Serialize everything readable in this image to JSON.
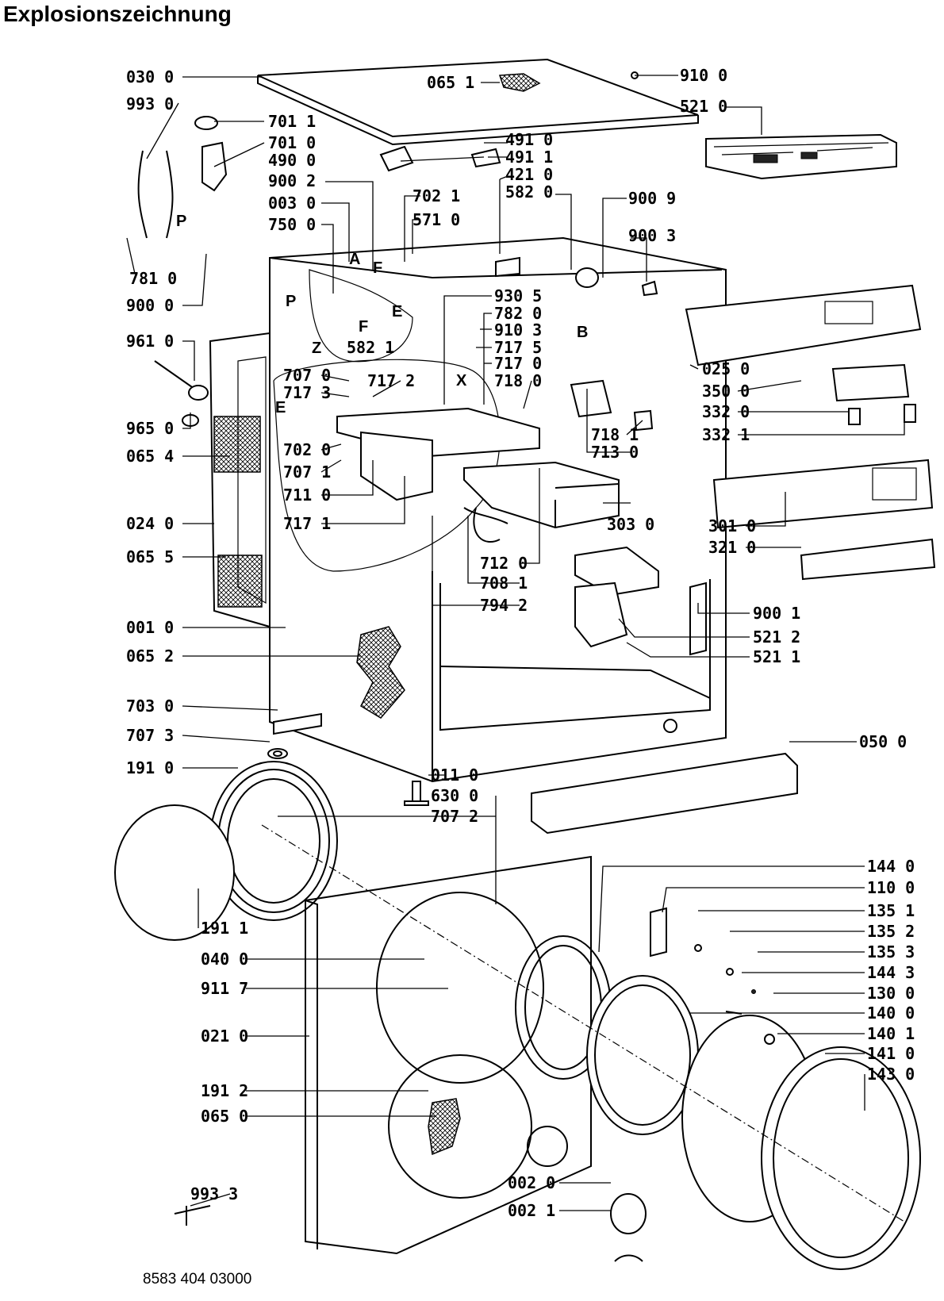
{
  "title": "Explosionszeichnung",
  "document_number": "8583 404 03000",
  "parts": [
    {
      "label": "030 0"
    },
    {
      "label": "065 1"
    },
    {
      "label": "910 0"
    },
    {
      "label": "993 0"
    },
    {
      "label": "701 1"
    },
    {
      "label": "521 0"
    },
    {
      "label": "701 0"
    },
    {
      "label": "491 0"
    },
    {
      "label": "490 0"
    },
    {
      "label": "491 1"
    },
    {
      "label": "900 2"
    },
    {
      "label": "421 0"
    },
    {
      "label": "003 0"
    },
    {
      "label": "702 1"
    },
    {
      "label": "582 0"
    },
    {
      "label": "900 9"
    },
    {
      "label": "750 0"
    },
    {
      "label": "571 0"
    },
    {
      "label": "900 3"
    },
    {
      "label": "781 0"
    },
    {
      "label": "900 0"
    },
    {
      "label": "930 5"
    },
    {
      "label": "782 0"
    },
    {
      "label": "961 0"
    },
    {
      "label": "582 1"
    },
    {
      "label": "910 3"
    },
    {
      "label": "717 5"
    },
    {
      "label": "717 0"
    },
    {
      "label": "025 0"
    },
    {
      "label": "707 0"
    },
    {
      "label": "717 2"
    },
    {
      "label": "718 0"
    },
    {
      "label": "350 0"
    },
    {
      "label": "717 3"
    },
    {
      "label": "332 0"
    },
    {
      "label": "965 0"
    },
    {
      "label": "332 1"
    },
    {
      "label": "718 1"
    },
    {
      "label": "702 0"
    },
    {
      "label": "065 4"
    },
    {
      "label": "713 0"
    },
    {
      "label": "707 1"
    },
    {
      "label": "711 0"
    },
    {
      "label": "303 0"
    },
    {
      "label": "301 0"
    },
    {
      "label": "024 0"
    },
    {
      "label": "717 1"
    },
    {
      "label": "321 0"
    },
    {
      "label": "065 5"
    },
    {
      "label": "712 0"
    },
    {
      "label": "708 1"
    },
    {
      "label": "794 2"
    },
    {
      "label": "900 1"
    },
    {
      "label": "001 0"
    },
    {
      "label": "521 2"
    },
    {
      "label": "065 2"
    },
    {
      "label": "521 1"
    },
    {
      "label": "703 0"
    },
    {
      "label": "707 3"
    },
    {
      "label": "050 0"
    },
    {
      "label": "191 0"
    },
    {
      "label": "011 0"
    },
    {
      "label": "630 0"
    },
    {
      "label": "707 2"
    },
    {
      "label": "144 0"
    },
    {
      "label": "110 0"
    },
    {
      "label": "135 1"
    },
    {
      "label": "191 1"
    },
    {
      "label": "135 2"
    },
    {
      "label": "040 0"
    },
    {
      "label": "135 3"
    },
    {
      "label": "144 3"
    },
    {
      "label": "911 7"
    },
    {
      "label": "130 0"
    },
    {
      "label": "140 0"
    },
    {
      "label": "021 0"
    },
    {
      "label": "140 1"
    },
    {
      "label": "141 0"
    },
    {
      "label": "191 2"
    },
    {
      "label": "143 0"
    },
    {
      "label": "065 0"
    },
    {
      "label": "993 3"
    },
    {
      "label": "002 0"
    },
    {
      "label": "002 1"
    }
  ],
  "letters": [
    "P",
    "A",
    "F",
    "P",
    "F",
    "E",
    "Z",
    "B",
    "X",
    "E"
  ]
}
